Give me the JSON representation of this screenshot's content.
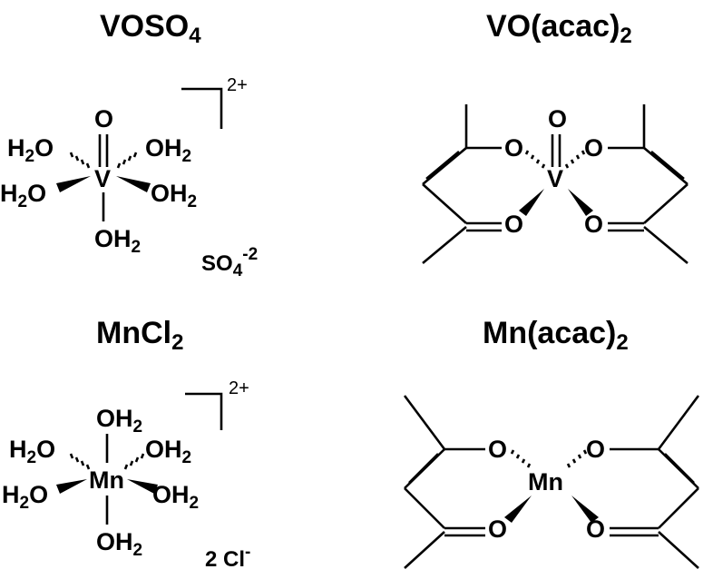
{
  "panels": {
    "voso4": {
      "title": "VOSO",
      "title_sub": "4",
      "metal": "V",
      "oxo": "O",
      "water": "H2O",
      "charge": "2+",
      "counterion": "SO4-2"
    },
    "voacac": {
      "title": "VO(acac)",
      "title_sub": "2",
      "metal": "V",
      "oxygen": "O"
    },
    "mncl2": {
      "title": "MnCl",
      "title_sub": "2",
      "metal": "Mn",
      "water": "H2O",
      "charge": "2+",
      "counterion": "2 Cl-"
    },
    "mnacac": {
      "title": "Mn(acac)",
      "title_sub": "2",
      "metal": "Mn",
      "oxygen": "O"
    }
  },
  "labels": {
    "o": "O",
    "h": "H",
    "two": "2",
    "so": "SO",
    "four": "4",
    "neg2": "-2",
    "cl_prefix": "2 Cl",
    "minus": "-"
  }
}
